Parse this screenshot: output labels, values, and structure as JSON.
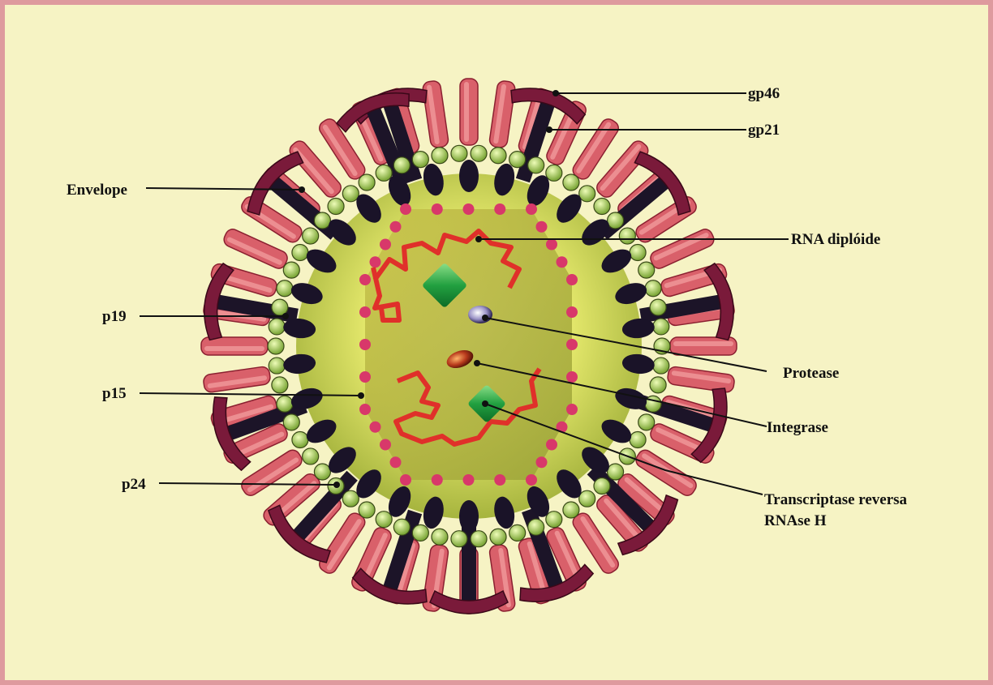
{
  "labels": {
    "gp46": "gp46",
    "gp21": "gp21",
    "envelope": "Envelope",
    "rna": "RNA diplóide",
    "p19": "p19",
    "protease": "Protease",
    "p15": "p15",
    "integrase": "Integrase",
    "p24": "p24",
    "rt_line1": "Transcriptase reversa",
    "rt_line2": "RNAse H"
  },
  "colors": {
    "background": "#f6f3c4",
    "border": "#de9a9e",
    "spike_cap": "#7a1a3a",
    "spike_stalk": "#1c1428",
    "envelope_fill": "#d9606a",
    "membrane_bead": "#b6d35a",
    "matrix_oval": "#1a1328",
    "core": "#e6ea6e",
    "rna": "#e0302a",
    "dots": "#d8386a",
    "protein_green": "#25a040"
  },
  "icons": [
    "virus-particle",
    "glycoprotein-spike",
    "lipid-bilayer",
    "capsid-core"
  ]
}
